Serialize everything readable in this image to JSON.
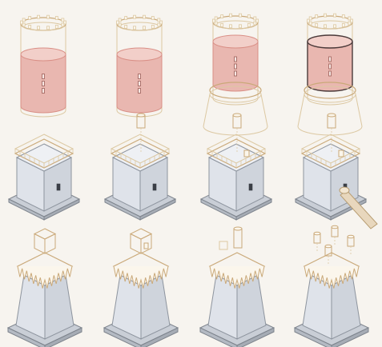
{
  "figure": {
    "layout": {
      "rows": 3,
      "columns": 4
    },
    "colors": {
      "background": "#f7f4ef",
      "outline_tan": "#dcc8a2",
      "outline_tan_dark": "#caa979",
      "cylinder_pink": "#e9b7b0",
      "cylinder_pink_dark": "#d98f86",
      "block_grey": "#dfe3ea",
      "block_grey_dark": "#9aa1ab",
      "base_grey": "#c9ced6",
      "door_dark": "#3b3f46",
      "figure_tan": "#e8d7bd"
    },
    "panels": [
      {
        "row": 1,
        "col": 1,
        "subject": "pink-cylinder",
        "stage": 1,
        "flared_base": false
      },
      {
        "row": 1,
        "col": 2,
        "subject": "pink-cylinder",
        "stage": 2,
        "flared_base": false
      },
      {
        "row": 1,
        "col": 3,
        "subject": "pink-cylinder",
        "stage": 3,
        "flared_base": true
      },
      {
        "row": 1,
        "col": 4,
        "subject": "pink-cylinder",
        "stage": 4,
        "flared_base": true
      },
      {
        "row": 2,
        "col": 1,
        "subject": "grey-block-tower",
        "stage": 1,
        "tower_parts": 0,
        "door_detail": false,
        "human_figure": false
      },
      {
        "row": 2,
        "col": 2,
        "subject": "grey-block-tower",
        "stage": 2,
        "tower_parts": 1,
        "door_detail": false,
        "human_figure": false
      },
      {
        "row": 2,
        "col": 3,
        "subject": "grey-block-tower",
        "stage": 3,
        "tower_parts": 1,
        "door_detail": true,
        "human_figure": false
      },
      {
        "row": 2,
        "col": 4,
        "subject": "grey-block-tower",
        "stage": 4,
        "tower_parts": 1,
        "door_detail": true,
        "human_figure": true
      },
      {
        "row": 3,
        "col": 1,
        "subject": "tapered-tower",
        "stage": 1,
        "top_parts": "cube"
      },
      {
        "row": 3,
        "col": 2,
        "subject": "tapered-tower",
        "stage": 2,
        "top_parts": "cube-with-door"
      },
      {
        "row": 3,
        "col": 3,
        "subject": "tapered-tower",
        "stage": 3,
        "top_parts": "tall-and-small"
      },
      {
        "row": 3,
        "col": 4,
        "subject": "tapered-tower",
        "stage": 4,
        "top_parts": "cluster"
      }
    ]
  }
}
